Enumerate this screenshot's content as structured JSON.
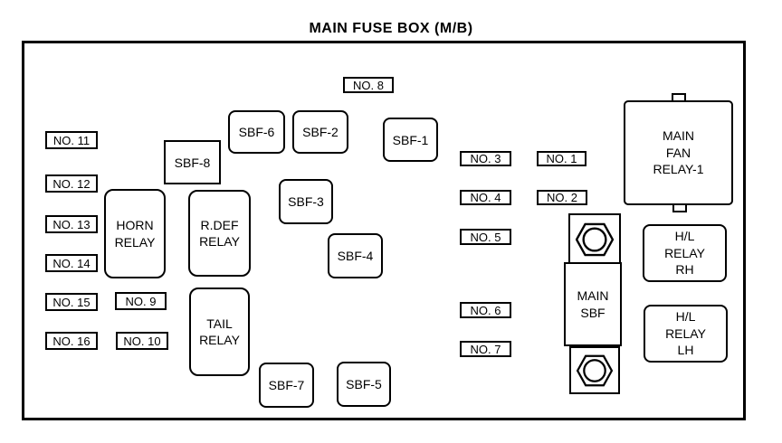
{
  "diagram": {
    "title": "MAIN FUSE BOX (M/B)"
  },
  "colors": {
    "ink": "#000000",
    "background": "#ffffff"
  },
  "icons": {
    "main_sbf_terminals": "hex-nut"
  },
  "fuse_labels": {
    "no1": "NO. 1",
    "no2": "NO. 2",
    "no3": "NO. 3",
    "no4": "NO. 4",
    "no5": "NO. 5",
    "no6": "NO. 6",
    "no7": "NO. 7",
    "no8": "NO. 8",
    "no9": "NO. 9",
    "no10": "NO. 10",
    "no11": "NO. 11",
    "no12": "NO. 12",
    "no13": "NO. 13",
    "no14": "NO. 14",
    "no15": "NO. 15",
    "no16": "NO. 16"
  },
  "sbf": {
    "sbf1": "SBF-1",
    "sbf2": "SBF-2",
    "sbf3": "SBF-3",
    "sbf4": "SBF-4",
    "sbf5": "SBF-5",
    "sbf6": "SBF-6",
    "sbf7": "SBF-7",
    "sbf8": "SBF-8"
  },
  "relays": {
    "horn": "HORN\nRELAY",
    "rdef": "R.DEF\nRELAY",
    "tail": "TAIL\nRELAY",
    "main_fan": "MAIN\nFAN\nRELAY-1",
    "hl_rh": "H/L\nRELAY\nRH",
    "hl_lh": "H/L\nRELAY\nLH",
    "main_sbf": "MAIN\nSBF"
  }
}
